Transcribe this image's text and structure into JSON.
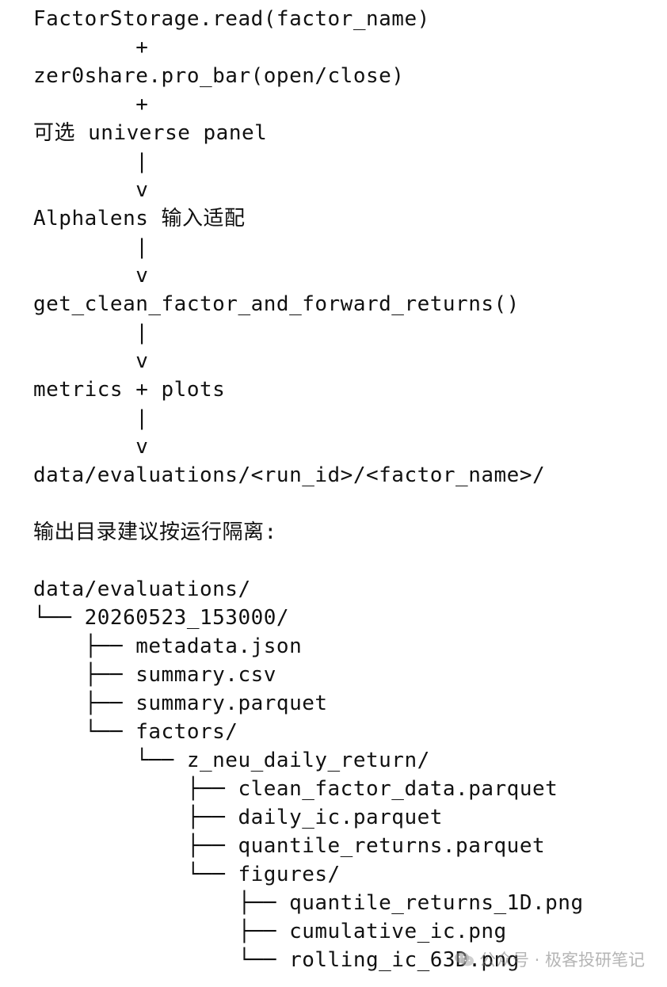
{
  "document": {
    "lines": [
      "FactorStorage.read(factor_name)",
      "        +",
      "zer0share.pro_bar(open/close)",
      "        +",
      "可选 universe panel",
      "        |",
      "        v",
      "Alphalens 输入适配",
      "        |",
      "        v",
      "get_clean_factor_and_forward_returns()",
      "        |",
      "        v",
      "metrics + plots",
      "        |",
      "        v",
      "data/evaluations/<run_id>/<factor_name>/",
      "",
      "输出目录建议按运行隔离:",
      "",
      "data/evaluations/",
      "└── 20260523_153000/",
      "    ├── metadata.json",
      "    ├── summary.csv",
      "    ├── summary.parquet",
      "    └── factors/",
      "        └── z_neu_daily_return/",
      "            ├── clean_factor_data.parquet",
      "            ├── daily_ic.parquet",
      "            ├── quantile_returns.parquet",
      "            └── figures/",
      "                ├── quantile_returns_1D.png",
      "                ├── cumulative_ic.png",
      "                └── rolling_ic_63D.png"
    ]
  },
  "watermark": {
    "text": "公众号 · 极客投研笔记",
    "icon": "wechat-icon",
    "color": "#9a9a9a"
  }
}
